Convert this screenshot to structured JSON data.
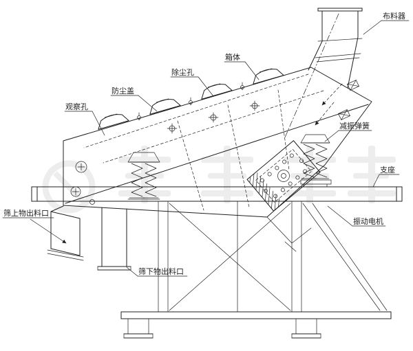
{
  "page": {
    "background": "#ffffff"
  },
  "diagram": {
    "kind": "engineering-line-drawing",
    "subject": "inclined vibrating screen assembly",
    "colors": {
      "line": "#1f1f1f",
      "watermark": "#e0e0e0",
      "background": "#ffffff"
    },
    "labels": {
      "feeder": "布料器",
      "box_body": "箱体",
      "dust_removal_hole": "除尘孔",
      "dust_cover": "防尘盖",
      "observation_hole": "观察孔",
      "damping_spring": "减振弹簧",
      "support": "支座",
      "vibration_motor": "振动电机",
      "oversize_outlet": "筛上物出料口",
      "undersize_outlet": "筛下物出料口"
    }
  }
}
